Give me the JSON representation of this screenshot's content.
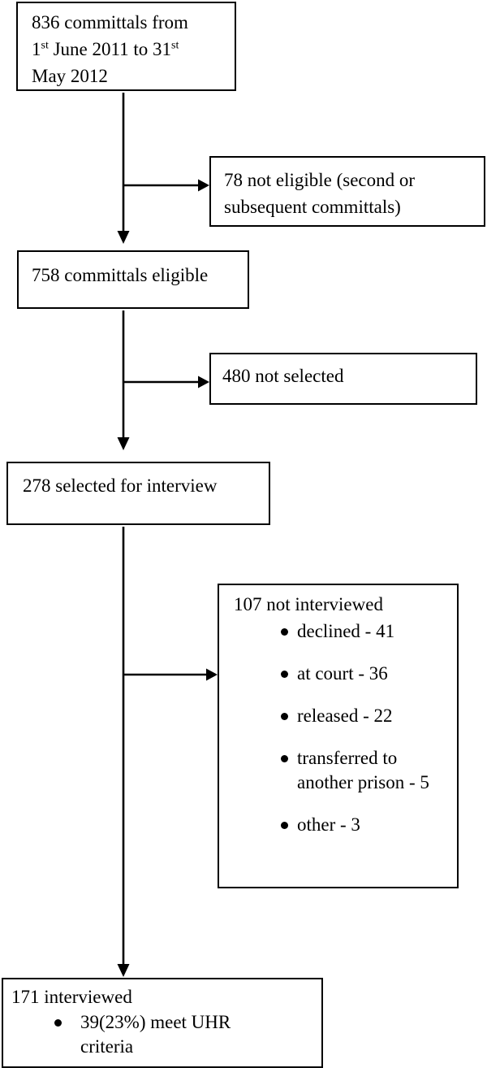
{
  "flow": {
    "committals": {
      "line1": "836 committals from",
      "line2a": "1",
      "line2a_sup": "st",
      "line2b": " June 2011 to 31",
      "line2b_sup": "st",
      "line3": "May 2012"
    },
    "not_eligible": {
      "text": "78 not eligible (second or subsequent committals)"
    },
    "eligible": {
      "text": "758 committals eligible"
    },
    "not_selected": {
      "text": "480 not selected"
    },
    "selected": {
      "text": "278 selected for interview"
    },
    "not_interviewed": {
      "title": "107 not interviewed",
      "bullets": [
        "declined - 41",
        "at court - 36",
        "released - 22",
        "transferred to another prison - 5",
        "other - 3"
      ]
    },
    "interviewed": {
      "title": "171 interviewed",
      "bullets": [
        "39(23%) meet UHR criteria"
      ]
    }
  },
  "colors": {
    "line": "#000000",
    "text": "#000000",
    "background": "#ffffff"
  }
}
